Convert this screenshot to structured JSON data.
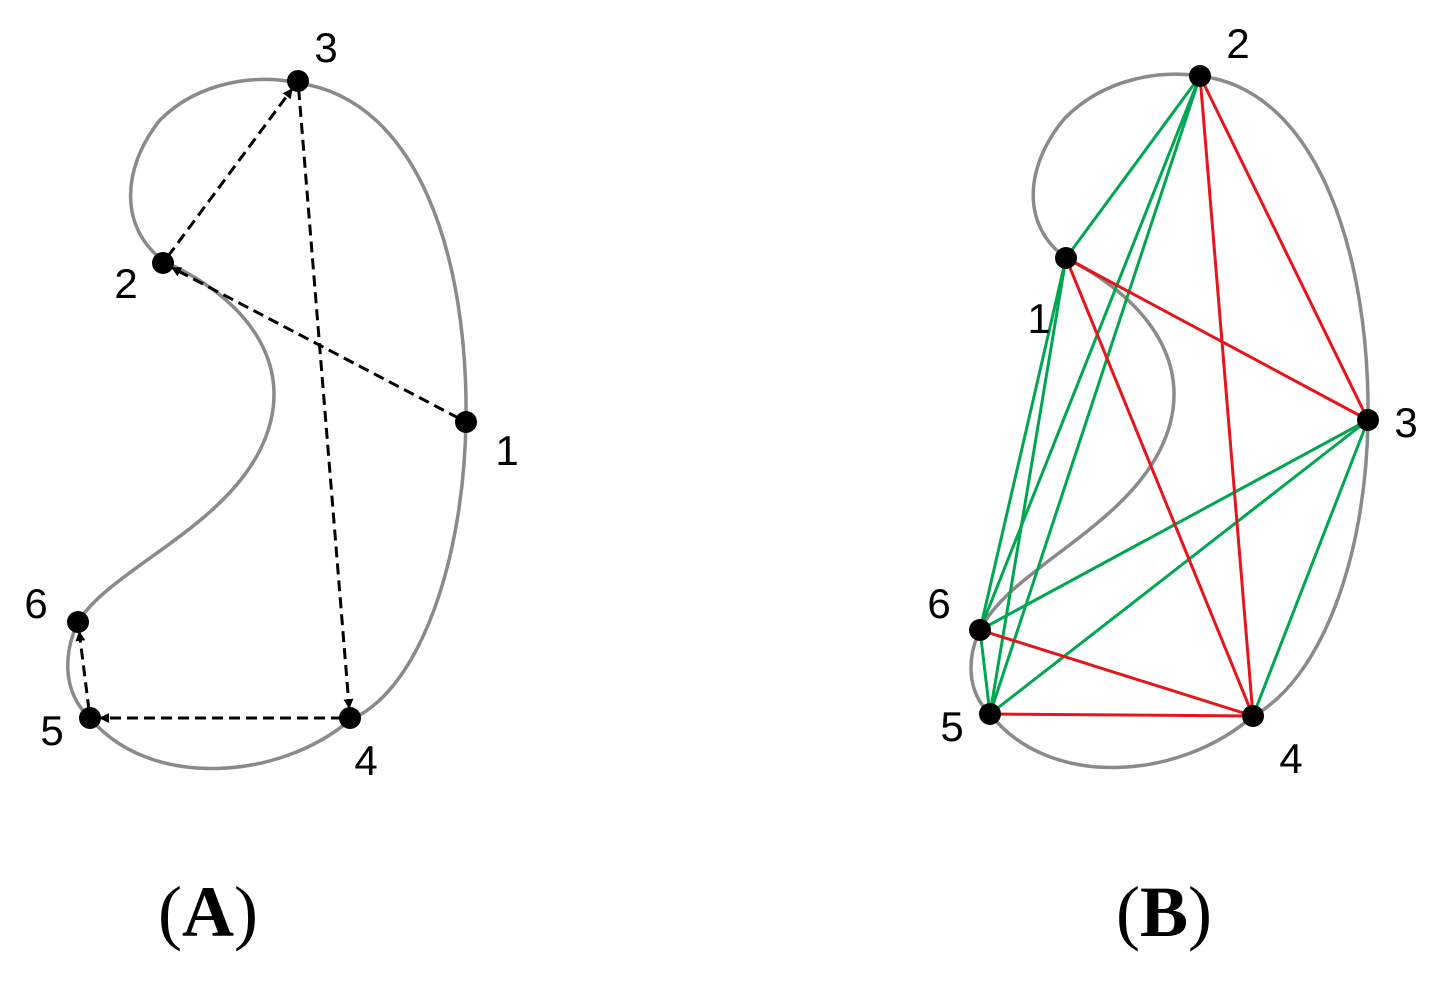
{
  "panels": [
    {
      "id": "A",
      "label": "A",
      "nodes": [
        {
          "label": "1"
        },
        {
          "label": "2"
        },
        {
          "label": "3"
        },
        {
          "label": "4"
        },
        {
          "label": "5"
        },
        {
          "label": "6"
        }
      ],
      "arrows": [
        {
          "from": "1",
          "to": "2"
        },
        {
          "from": "2",
          "to": "3"
        },
        {
          "from": "3",
          "to": "4"
        },
        {
          "from": "4",
          "to": "5"
        },
        {
          "from": "5",
          "to": "6"
        }
      ]
    },
    {
      "id": "B",
      "label": "B",
      "nodes": [
        {
          "label": "1"
        },
        {
          "label": "2"
        },
        {
          "label": "3"
        },
        {
          "label": "4"
        },
        {
          "label": "5"
        },
        {
          "label": "6"
        }
      ],
      "edges_green": [
        [
          "1",
          "2"
        ],
        [
          "2",
          "6"
        ],
        [
          "2",
          "5"
        ],
        [
          "1",
          "6"
        ],
        [
          "1",
          "5"
        ],
        [
          "3",
          "6"
        ],
        [
          "3",
          "5"
        ],
        [
          "3",
          "4"
        ],
        [
          "5",
          "6"
        ]
      ],
      "edges_red": [
        [
          "1",
          "3"
        ],
        [
          "1",
          "4"
        ],
        [
          "2",
          "3"
        ],
        [
          "2",
          "4"
        ],
        [
          "6",
          "4"
        ],
        [
          "5",
          "4"
        ]
      ]
    }
  ],
  "colors": {
    "outline": "#8a8a8a",
    "arrow": "#000000",
    "edge_green": "#00a651",
    "edge_red": "#e8141b",
    "node": "#000000"
  }
}
